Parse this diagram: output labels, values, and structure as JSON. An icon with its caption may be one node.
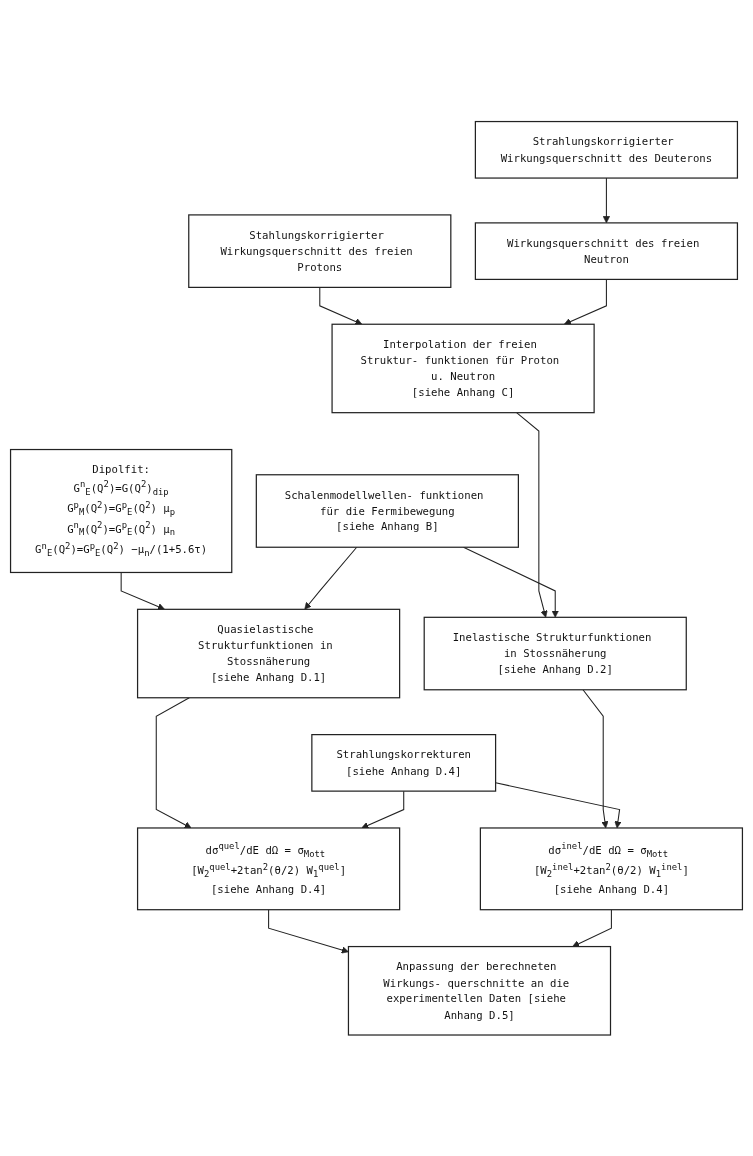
{
  "diagram": {
    "nodes": [
      {
        "text": [
          "Dipolfit:",
          "G$^{n}$$_{E}$(Q$^{2}$)=G(Q$^{2}$)$_{dip}$",
          "G$^{p}$$_{M}$(Q$^{2}$)=G$^{p}$$_{E}$(Q$^{2}$) μ$_{p}$",
          "G$^{n}$$_{M}$(Q$^{2}$)=G$^{p}$$_{E}$(Q$^{2}$) μ$_{n}$",
          "G$^{n}$$_{E}$(Q$^{2}$)=G$^{p}$$_{E}$(Q$^{2}$) −μ$_{n}$/(1+5.6τ)"
        ]
      },
      {
        "text": [
          "Stahlungskorrigierter Wirkungsquerschnitt des freien Protons"
        ]
      },
      {
        "text": [
          "Strahlungskorrigierter Wirkungsquerschnitt des Deuterons"
        ]
      },
      {
        "text": [
          "Interpolation der freien Struktur- funktionen für Proton u. Neutron",
          "[siehe Anhang C]"
        ]
      },
      {
        "text": [
          "Wirkungsquerschnitt des freien Neutron"
        ]
      },
      {
        "text": [
          "Schalenmodellwellen- funktionen für die Fermibewegung",
          "[siehe Anhang B]"
        ]
      },
      {
        "text": [
          "Quasielastische Strukturfunktionen in Stossnäherung",
          "[siehe Anhang D.1]"
        ]
      },
      {
        "text": [
          "Inelastische Strukturfunktionen in Stossnäherung",
          "[siehe Anhang D.2]"
        ]
      },
      {
        "text": [
          "Strahlungskorrekturen",
          "[siehe Anhang D.4]"
        ]
      },
      {
        "text": [
          "dσ$^{quel}$/dE dΩ = σ$_{Mott}$ [W$_{2}$$^{quel}$+2tan$^{2}$(θ/2) W$_{1}$$^{quel}$]",
          "[siehe Anhang D.4]"
        ]
      },
      {
        "text": [
          "dσ$^{inel}$/dE dΩ = σ$_{Mott}$ [W$_{2}$$^{inel}$+2tan$^{2}$(θ/2) W$_{1}$$^{inel}$]",
          "[siehe Anhang D.4]"
        ]
      },
      {
        "text": [
          "Anpassung der berechneten Wirkungs- querschnitte an die experimentellen Daten [siehe Anhang D.5]"
        ]
      }
    ],
    "edges": [
      {
        "from": 1,
        "to": 3,
        "arrow": "to"
      },
      {
        "from": 2,
        "to": 4,
        "arrow": "to"
      },
      {
        "from": 4,
        "to": 3,
        "arrow": "to"
      },
      {
        "from": 0,
        "to": 6,
        "arrow": "to"
      },
      {
        "from": 3,
        "to": 7,
        "arrow": "to"
      },
      {
        "from": 5,
        "to": 6,
        "arrow": "to"
      },
      {
        "from": 5,
        "to": 7,
        "arrow": "to"
      },
      {
        "from": 6,
        "to": 9,
        "arrow": "to"
      },
      {
        "from": 7,
        "to": 10,
        "arrow": "to"
      },
      {
        "from": 8,
        "to": 9,
        "arrow": "to"
      },
      {
        "from": 8,
        "to": 10,
        "arrow": "to"
      },
      {
        "from": 9,
        "to": 11,
        "arrow": "to"
      },
      {
        "from": 10,
        "to": 11,
        "arrow": "to"
      }
    ]
  }
}
